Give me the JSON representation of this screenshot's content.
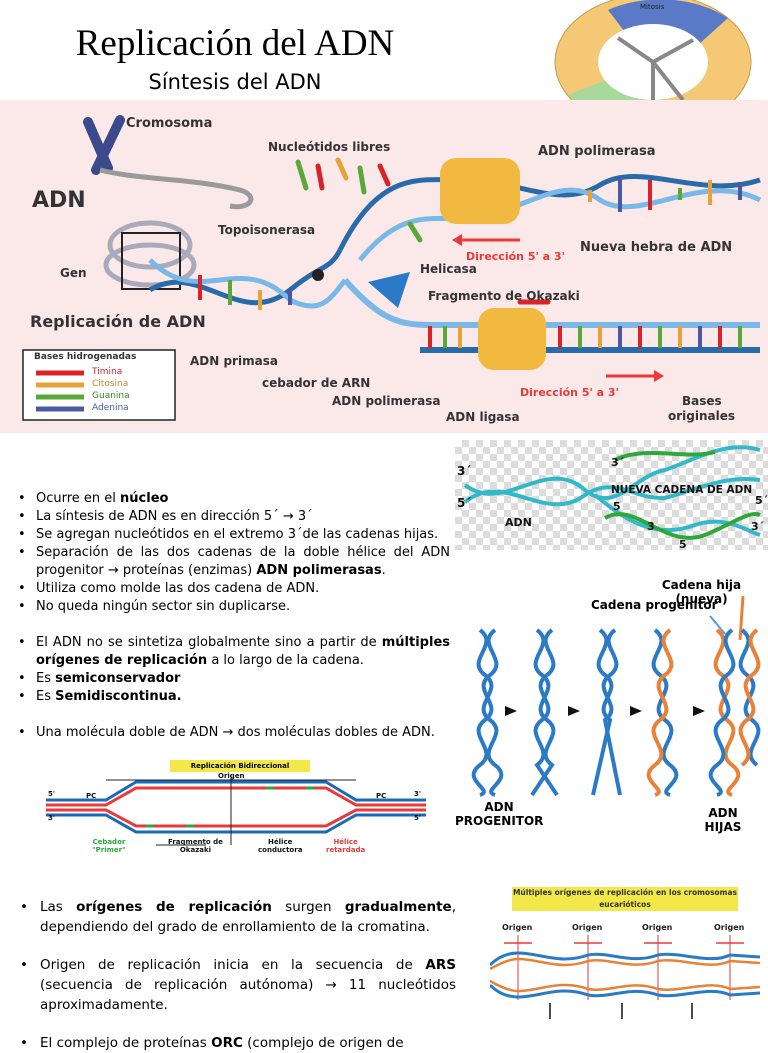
{
  "header": {
    "title": "Replicación del ADN",
    "subtitle": "Síntesis del ADN"
  },
  "cell_cycle": {
    "label": "Mitosis"
  },
  "main_diagram": {
    "cromosoma": "Cromosoma",
    "adn": "ADN",
    "gen": "Gen",
    "nucleotidos_libres": "Nucleótidos libres",
    "adn_polimerasa_top": "ADN polimerasa",
    "topoisomerasa": "Topoisonerasa",
    "direccion_top": "Dirección 5' a 3'",
    "nueva_hebra": "Nueva hebra de ADN",
    "helicasa": "Helicasa",
    "fragmento_okazaki": "Fragmento de Okazaki",
    "replicacion": "Replicación de ADN",
    "adn_primasa": "ADN primasa",
    "cebador": "cebador de ARN",
    "adn_polimerasa_bottom": "ADN polimerasa",
    "adn_ligasa": "ADN ligasa",
    "direccion_bottom": "Dirección 5' a 3'",
    "bases_originales_1": "Bases",
    "bases_originales_2": "originales",
    "legend": {
      "title": "Bases hidrogenadas",
      "items": [
        {
          "label": "Timina",
          "color": "#d8232a"
        },
        {
          "label": "Citosina",
          "color": "#e8a23a"
        },
        {
          "label": "Guanina",
          "color": "#5aa83a"
        },
        {
          "label": "Adenina",
          "color": "#4a5aa0"
        }
      ]
    }
  },
  "helix_diagram": {
    "p3_left": "3´",
    "p5_left": "5´",
    "adn": "ADN",
    "nueva": "NUEVA CADENA DE ADN",
    "p3_a": "3´",
    "p5_a": "5",
    "p5_b": "5",
    "p3_b": "3´",
    "p3_c": "3",
    "p5_c": "5",
    "p3_right": "3´",
    "p5_right": "5´"
  },
  "bullets_group1": [
    {
      "pre": "Ocurre en el ",
      "b": "núcleo",
      "post": ""
    },
    {
      "pre": "La síntesis de ADN es en dirección 5´ ",
      "b": "",
      "post": "→ 3´"
    },
    {
      "pre": "Se agregan nucleótidos en el extremo 3´de las cadenas hijas.",
      "b": "",
      "post": ""
    },
    {
      "pre": "Separación de las dos cadenas de la doble hélice del ADN progenitor → proteínas (enzimas) ",
      "b": "ADN polimerasas",
      "post": "."
    },
    {
      "pre": "Utiliza como molde las dos cadena de ADN.",
      "b": "",
      "post": ""
    },
    {
      "pre": "No queda ningún sector sin duplicarse.",
      "b": "",
      "post": ""
    }
  ],
  "bullets_group2": [
    {
      "pre": "El ADN no se sintetiza globalmente sino a partir de ",
      "b": "múltiples orígenes de replicación",
      "post": " a lo largo de la cadena."
    },
    {
      "pre": "Es ",
      "b": "semiconservador",
      "post": ""
    },
    {
      "pre": "Es ",
      "b": "Semidiscontinua.",
      "post": ""
    }
  ],
  "bullets_group3": [
    {
      "pre": "Una molécula doble de ADN → dos moléculas dobles de ADN.",
      "b": "",
      "post": ""
    }
  ],
  "bidirectional": {
    "title": "Replicación Bidireccional",
    "origen": "Origen",
    "pc_left": "PC",
    "pc_right": "PC",
    "p5_tl": "5'",
    "p3_bl": "3'",
    "p3_tr": "3'",
    "p5_br": "5'",
    "cebador_1": "Cebador",
    "cebador_2": "\"Primer\"",
    "fragmento_1": "Fragmento de",
    "fragmento_2": "Okazaki",
    "helice_1": "Hélice",
    "helice_2": "conductora",
    "helice_r_1": "Hélice",
    "helice_r_2": "retardada"
  },
  "semiconservative": {
    "cadena_hija": "Cadena hija (nueva)",
    "cadena_progenitor": "Cadena progenitor",
    "adn_progenitor_1": "ADN",
    "adn_progenitor_2": "PROGENITOR",
    "adn_hijas_1": "ADN",
    "adn_hijas_2": "HIJAS"
  },
  "bullets_group4": [
    {
      "pre": "Las ",
      "b": "orígenes de replicación",
      "mid": " surgen ",
      "b2": "gradualmente",
      "post": ", dependiendo del grado de enrollamiento de la cromatina."
    },
    {
      "pre": "Origen de replicación inicia en la secuencia de ",
      "b": "ARS",
      "mid": " (secuencia de replicación autónoma) → 11 nucleótidos aproximadamente.",
      "b2": "",
      "post": ""
    },
    {
      "pre": "El complejo de proteínas ",
      "b": "ORC",
      "mid": " (complejo de origen de",
      "b2": "",
      "post": ""
    }
  ],
  "origins": {
    "title": "Múltiples orígenes de replicación en los cromosomas eucarióticos",
    "origen_labels": [
      "Origen",
      "Origen",
      "Origen",
      "Origen"
    ]
  }
}
